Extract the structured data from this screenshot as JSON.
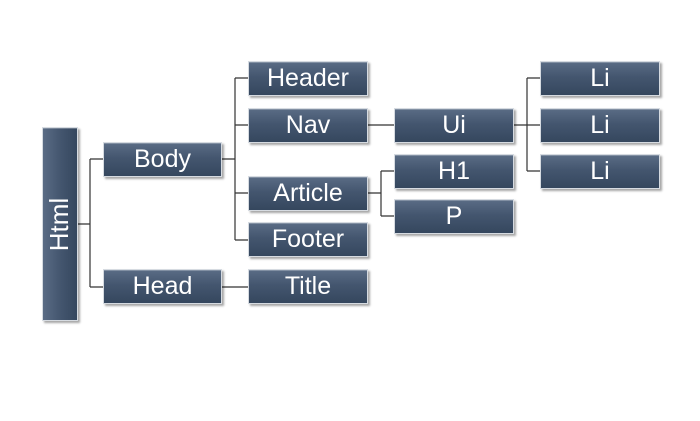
{
  "diagram": {
    "root": {
      "label": "Html"
    },
    "level1": {
      "body": {
        "label": "Body"
      },
      "head": {
        "label": "Head"
      }
    },
    "level2": {
      "header": {
        "label": "Header"
      },
      "nav": {
        "label": "Nav"
      },
      "article": {
        "label": "Article"
      },
      "footer": {
        "label": "Footer"
      },
      "title": {
        "label": "Title"
      }
    },
    "level3": {
      "ui": {
        "label": "Ui"
      },
      "h1": {
        "label": "H1"
      },
      "p": {
        "label": "P"
      }
    },
    "level4": {
      "li1": {
        "label": "Li"
      },
      "li2": {
        "label": "Li"
      },
      "li3": {
        "label": "Li"
      }
    }
  }
}
